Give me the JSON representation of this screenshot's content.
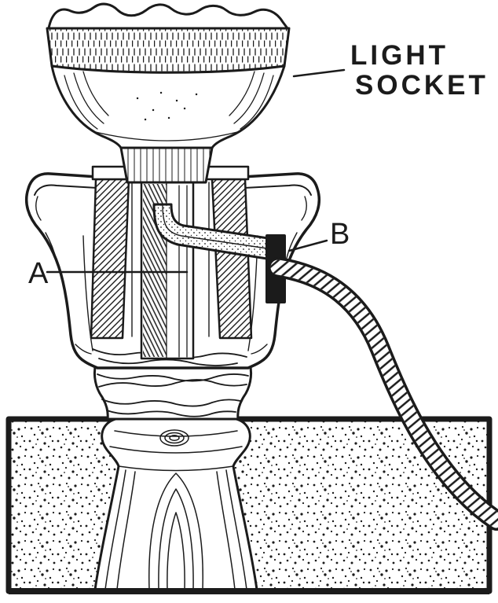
{
  "figure": {
    "labels": {
      "socket_line1": "LIGHT",
      "socket_line2": "SOCKET",
      "part_a": "A",
      "part_b": "B"
    },
    "colors": {
      "ink": "#1b1b1b",
      "paper": "#ffffff"
    }
  }
}
